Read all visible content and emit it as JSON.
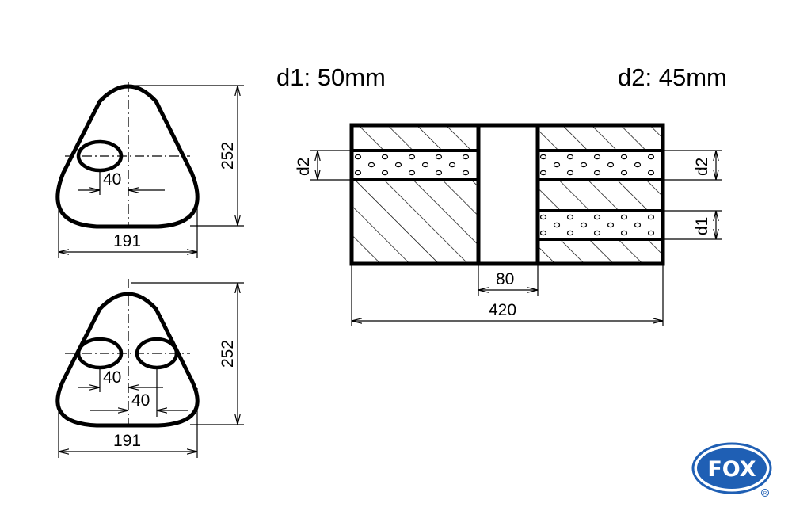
{
  "header": {
    "d1_label": "d1: 50mm",
    "d2_label": "d2: 45mm"
  },
  "profile_single": {
    "width_label": "191",
    "height_label": "252",
    "offset_label": "40"
  },
  "profile_double": {
    "width_label": "191",
    "height_label": "252",
    "offset_label_1": "40",
    "offset_label_2": "40"
  },
  "side_view": {
    "length_label": "420",
    "center_label": "80",
    "d2_left_label": "d2",
    "d2_right_label": "d2",
    "d1_right_label": "d1"
  },
  "logo": {
    "brand": "FOX",
    "mark": "R",
    "color": "#1f5fb4"
  }
}
